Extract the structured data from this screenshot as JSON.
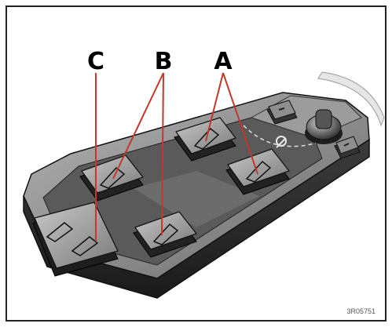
{
  "diagram": {
    "callouts": {
      "a": "A",
      "b": "B",
      "c": "C"
    },
    "reference_code": "3R05751",
    "colors": {
      "frame": "#222222",
      "panel_body": "#4a4a4a",
      "panel_top": "#8a8a8a",
      "switch_face": "#9a9a9a",
      "switch_dark": "#2a2a2a",
      "leader_line": "#c0392b",
      "background": "#ffffff"
    }
  }
}
